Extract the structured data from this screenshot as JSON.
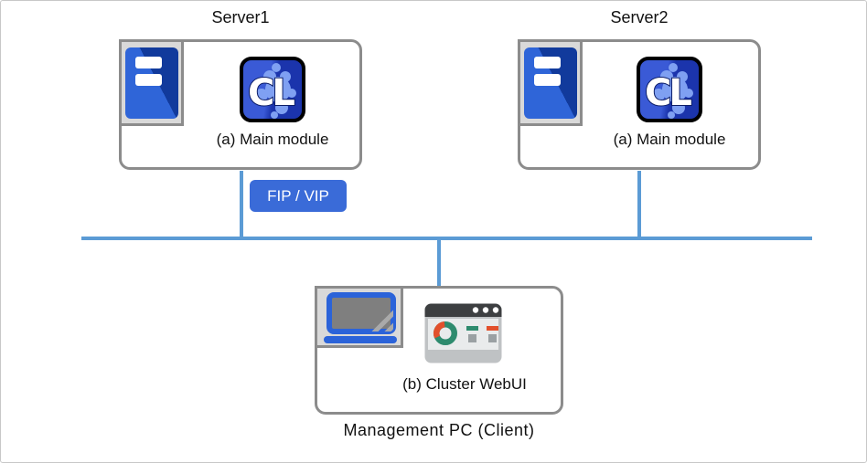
{
  "diagram_type": "cluster-architecture-diagram",
  "nodes": {
    "server1": {
      "title": "Server1",
      "module_label": "(a) Main module"
    },
    "server2": {
      "title": "Server2",
      "module_label": "(a) Main module"
    },
    "management": {
      "module_label": "(b) Cluster WebUI",
      "caption": "Management PC (Client)"
    }
  },
  "badge": {
    "label": "FIP / VIP"
  },
  "icons": {
    "cluster_app_text": "CL",
    "server_icon": "server-tower-icon",
    "cluster_icon": "cluster-app-icon",
    "laptop_icon": "laptop-icon",
    "webui_icon": "webui-browser-window-icon"
  },
  "colors": {
    "network_line_blue": "#5b9bd5",
    "badge_blue": "#3a6bd8",
    "box_border_gray": "#8c8c8c",
    "icon_box_gray": "#d9d9d9",
    "server_icon_blue_light": "#2f65d8",
    "server_icon_blue_dark": "#113a9c",
    "cl_icon_blue_light": "#3a5ad6",
    "cl_icon_blue_dark": "#1b34ac",
    "cl_splat_blue": "#7fa0f2",
    "laptop_blue": "#2b63d9",
    "webui_teal": "#2e8b6e",
    "webui_red": "#e2502c",
    "webui_titlebar": "#3d3f41"
  }
}
